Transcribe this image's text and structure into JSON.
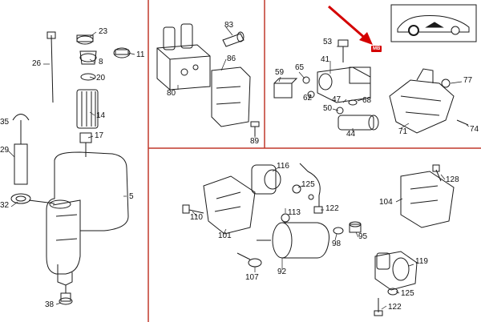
{
  "colors": {
    "frame": "#c0392b",
    "ink": "#1a1a1a",
    "accent": "#d40000"
  },
  "badge": {
    "text": "MB"
  },
  "labels": {
    "l23": "23",
    "l11": "11",
    "l26": "26",
    "l8": "8",
    "l20": "20",
    "l14": "14",
    "l17": "17",
    "l35": "35",
    "l29": "29",
    "l32": "32",
    "l5": "5",
    "l38": "38",
    "l83": "83",
    "l86": "86",
    "l80": "80",
    "l89": "89",
    "l53": "53",
    "l41": "41",
    "l65": "65",
    "l59": "59",
    "l62": "62",
    "l50": "50",
    "l47": "47",
    "l68": "68",
    "l44": "44",
    "l71": "71",
    "l77": "77",
    "l74": "74",
    "l116": "116",
    "l125a": "125",
    "l110": "110",
    "l113": "113",
    "l122a": "122",
    "l101": "101",
    "l98": "98",
    "l95": "95",
    "l107": "107",
    "l92": "92",
    "l128": "128",
    "l104": "104",
    "l119": "119",
    "l125b": "125",
    "l122b": "122"
  },
  "icons": [
    "car-icon",
    "arrow-icon"
  ]
}
